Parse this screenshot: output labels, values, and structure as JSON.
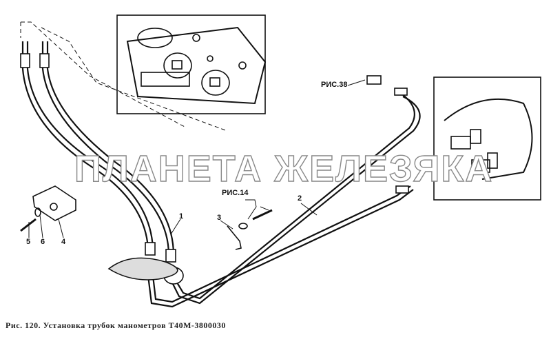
{
  "caption": "Рис. 120. Установка трубок манометров Т40М-3800030",
  "watermark": "ПЛАНЕТА ЖЕЛЕЗЯКА",
  "callouts": {
    "ref_fig38": "РИС.38",
    "ref_fig14": "РИС.14",
    "part1": "1",
    "part2": "2",
    "part3": "3",
    "part4": "4",
    "part5": "5",
    "part6": "6"
  }
}
